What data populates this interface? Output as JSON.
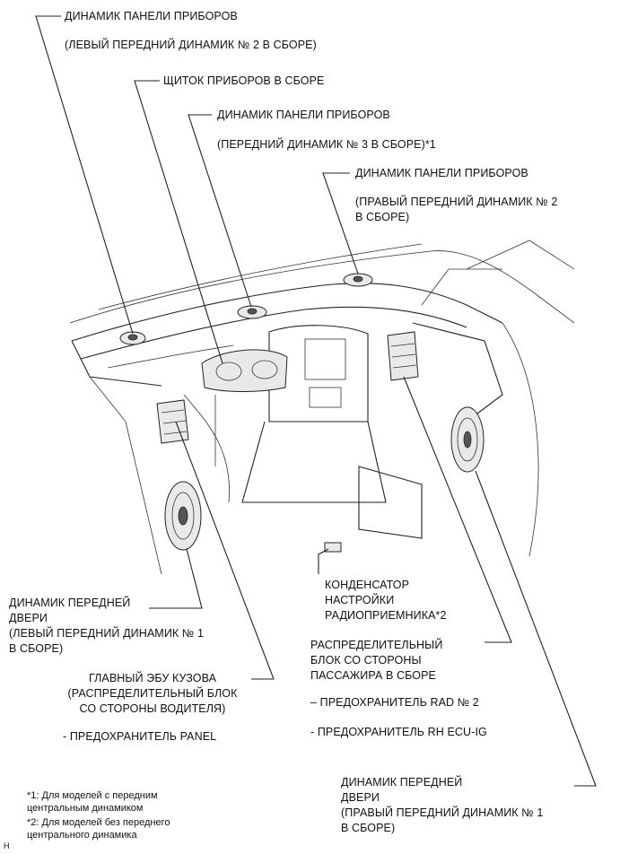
{
  "labels": {
    "ip_speaker_left": "ДИНАМИК ПАНЕЛИ ПРИБОРОВ",
    "ip_speaker_left_sub": "(ЛЕВЫЙ ПЕРЕДНИЙ ДИНАМИК № 2 В СБОРЕ)",
    "combination_meter": "ЩИТОК ПРИБОРОВ В СБОРЕ",
    "ip_speaker_center": "ДИНАМИК ПАНЕЛИ ПРИБОРОВ",
    "ip_speaker_center_sub": "(ПЕРЕДНИЙ ДИНАМИК № 3 В СБОРЕ)*1",
    "ip_speaker_right": "ДИНАМИК ПАНЕЛИ ПРИБОРОВ",
    "ip_speaker_right_sub": "(ПРАВЫЙ ПЕРЕДНИЙ ДИНАМИК № 2\nВ СБОРЕ)",
    "front_door_speaker_left": "ДИНАМИК ПЕРЕДНЕЙ\nДВЕРИ\n(ЛЕВЫЙ ПЕРЕДНИЙ ДИНАМИК № 1\nВ СБОРЕ)",
    "main_body_ecu": "ГЛАВНЫЙ ЭБУ КУЗОВА\n(РАСПРЕДЕЛИТЕЛЬНЫЙ БЛОК\nСО СТОРОНЫ ВОДИТЕЛЯ)",
    "fuse_panel": "- ПРЕДОХРАНИТЕЛЬ PANEL",
    "radio_condenser": "КОНДЕНСАТОР\nНАСТРОЙКИ\nРАДИОПРИЕМНИКА*2",
    "passenger_junction_block": "РАСПРЕДЕЛИТЕЛЬНЫЙ\nБЛОК СО СТОРОНЫ\nПАССАЖИРА В СБОРЕ",
    "fuse_rad2": "– ПРЕДОХРАНИТЕЛЬ RAD № 2",
    "fuse_rh_ecu_ig": "- ПРЕДОХРАНИТЕЛЬ RH ECU-IG",
    "front_door_speaker_right": "ДИНАМИК ПЕРЕДНЕЙ\nДВЕРИ\n(ПРАВЫЙ ПЕРЕДНИЙ ДИНАМИК № 1\nВ СБОРЕ)"
  },
  "notes": {
    "note1": "*1: Для моделей с передним\nцентральным динамиком",
    "note2": "*2: Для моделей без переднего\nцентрального динамика",
    "corner_mark": "H"
  }
}
